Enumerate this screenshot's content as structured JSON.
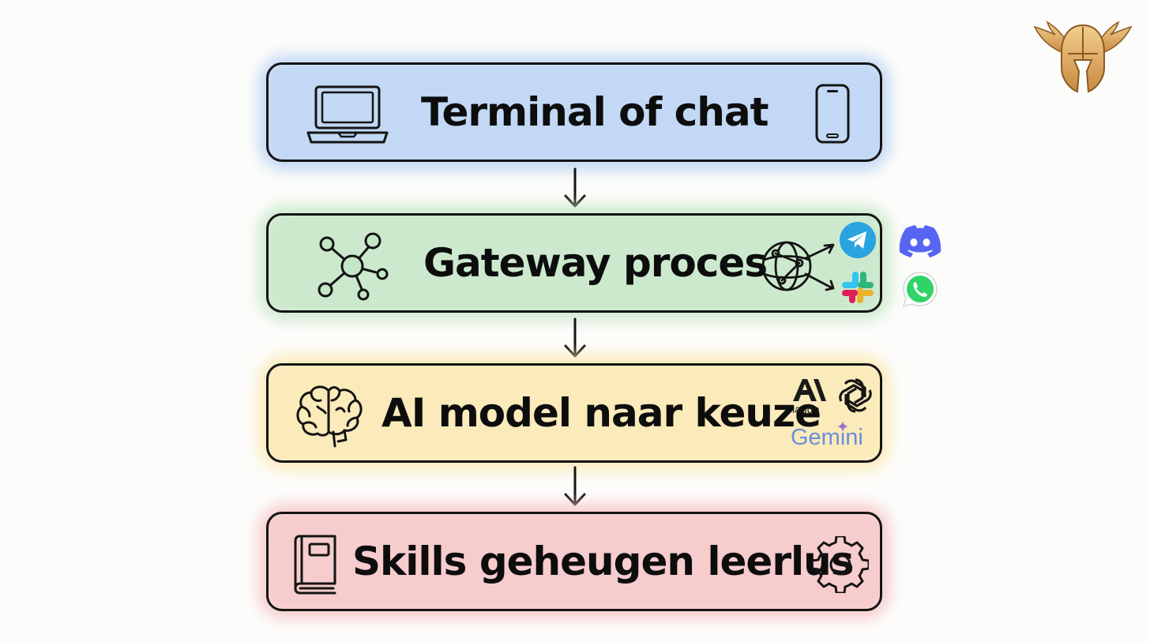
{
  "steps": [
    {
      "label": "Terminal of chat",
      "color": "#b8d2f3"
    },
    {
      "label": "Gateway proces",
      "color": "#c4e6c6"
    },
    {
      "label": "AI model naar keuze",
      "color": "#fbe8b0"
    },
    {
      "label": "Skills geheugen leerlus",
      "color": "#f6c4c6"
    }
  ],
  "brands": {
    "claude": "Claude",
    "gemini": "Gemini"
  },
  "colors": {
    "stroke": "#141414",
    "telegram": "#2aa4e0",
    "discord": "#5865f2",
    "whatsapp": "#2fd366",
    "gold": "#d9a35a"
  }
}
